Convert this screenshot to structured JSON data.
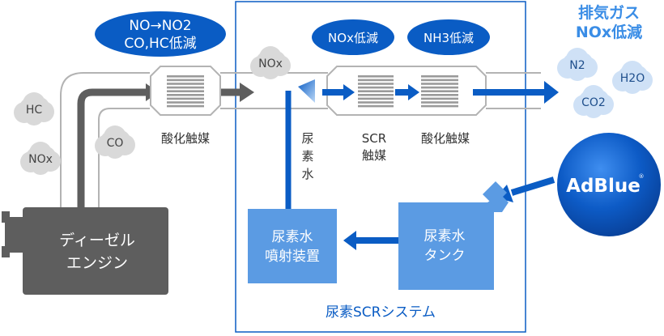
{
  "bubbles": {
    "engine_reactions": [
      "NO→NO2",
      "CO,HC低減"
    ],
    "nox_reduction": "NOx低減",
    "nh3_reduction": "NH3低減"
  },
  "exhaust_heading": [
    "排気ガス",
    "NOx低減"
  ],
  "gas_clouds": {
    "hc": "HC",
    "nox_engine": "NOx",
    "co": "CO",
    "nox_pipe": "NOx",
    "n2": "N2",
    "co2": "CO2",
    "h2o": "H2O"
  },
  "labels": {
    "oxidation_catalyst_1": "酸化触媒",
    "urea_water": [
      "尿",
      "素",
      "水"
    ],
    "scr_catalyst": [
      "SCR",
      "触媒"
    ],
    "oxidation_catalyst_2": "酸化触媒",
    "system_name": "尿素SCRシステム"
  },
  "boxes": {
    "engine": [
      "ディーゼル",
      "エンジン"
    ],
    "injector": [
      "尿素水",
      "噴射装置"
    ],
    "tank": [
      "尿素水",
      "タンク"
    ]
  },
  "adblue": {
    "text": "AdBlue",
    "mark": "®"
  },
  "colors": {
    "blue": "#0a5cc4",
    "light_blue": "#5b9be3",
    "engine_gray": "#5e5e5e",
    "cloud_gray": "#d9d9d9"
  }
}
